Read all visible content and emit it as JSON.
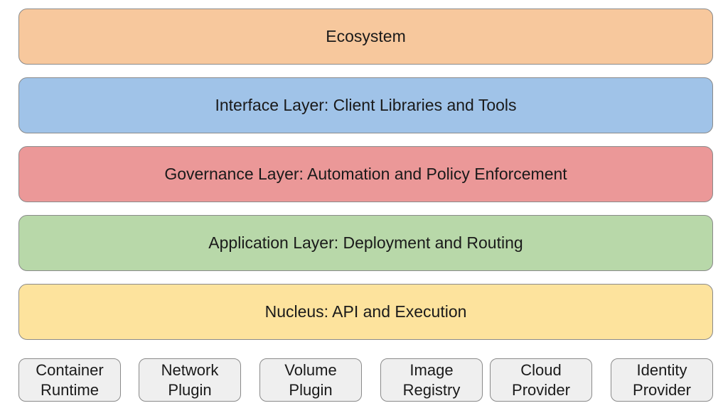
{
  "layers": [
    {
      "id": "layer-ecosystem",
      "label": "Ecosystem",
      "color": "#f7c89d"
    },
    {
      "id": "layer-interface",
      "label": "Interface Layer: Client Libraries and Tools",
      "color": "#a0c3e8"
    },
    {
      "id": "layer-governance",
      "label": "Governance Layer: Automation and Policy Enforcement",
      "color": "#eb9898"
    },
    {
      "id": "layer-application",
      "label": "Application Layer: Deployment and Routing",
      "color": "#b8d8a9"
    },
    {
      "id": "layer-nucleus",
      "label": "Nucleus: API and Execution",
      "color": "#fde39d"
    }
  ],
  "plugins": [
    {
      "line1": "Container",
      "line2": "Runtime"
    },
    {
      "line1": "Network",
      "line2": "Plugin"
    },
    {
      "line1": "Volume",
      "line2": "Plugin"
    },
    {
      "line1": "Image",
      "line2": "Registry"
    },
    {
      "line1": "Cloud",
      "line2": "Provider"
    },
    {
      "line1": "Identity",
      "line2": "Provider"
    }
  ],
  "plugin_fill": "#efefef",
  "border_color": "#8a8a8a"
}
